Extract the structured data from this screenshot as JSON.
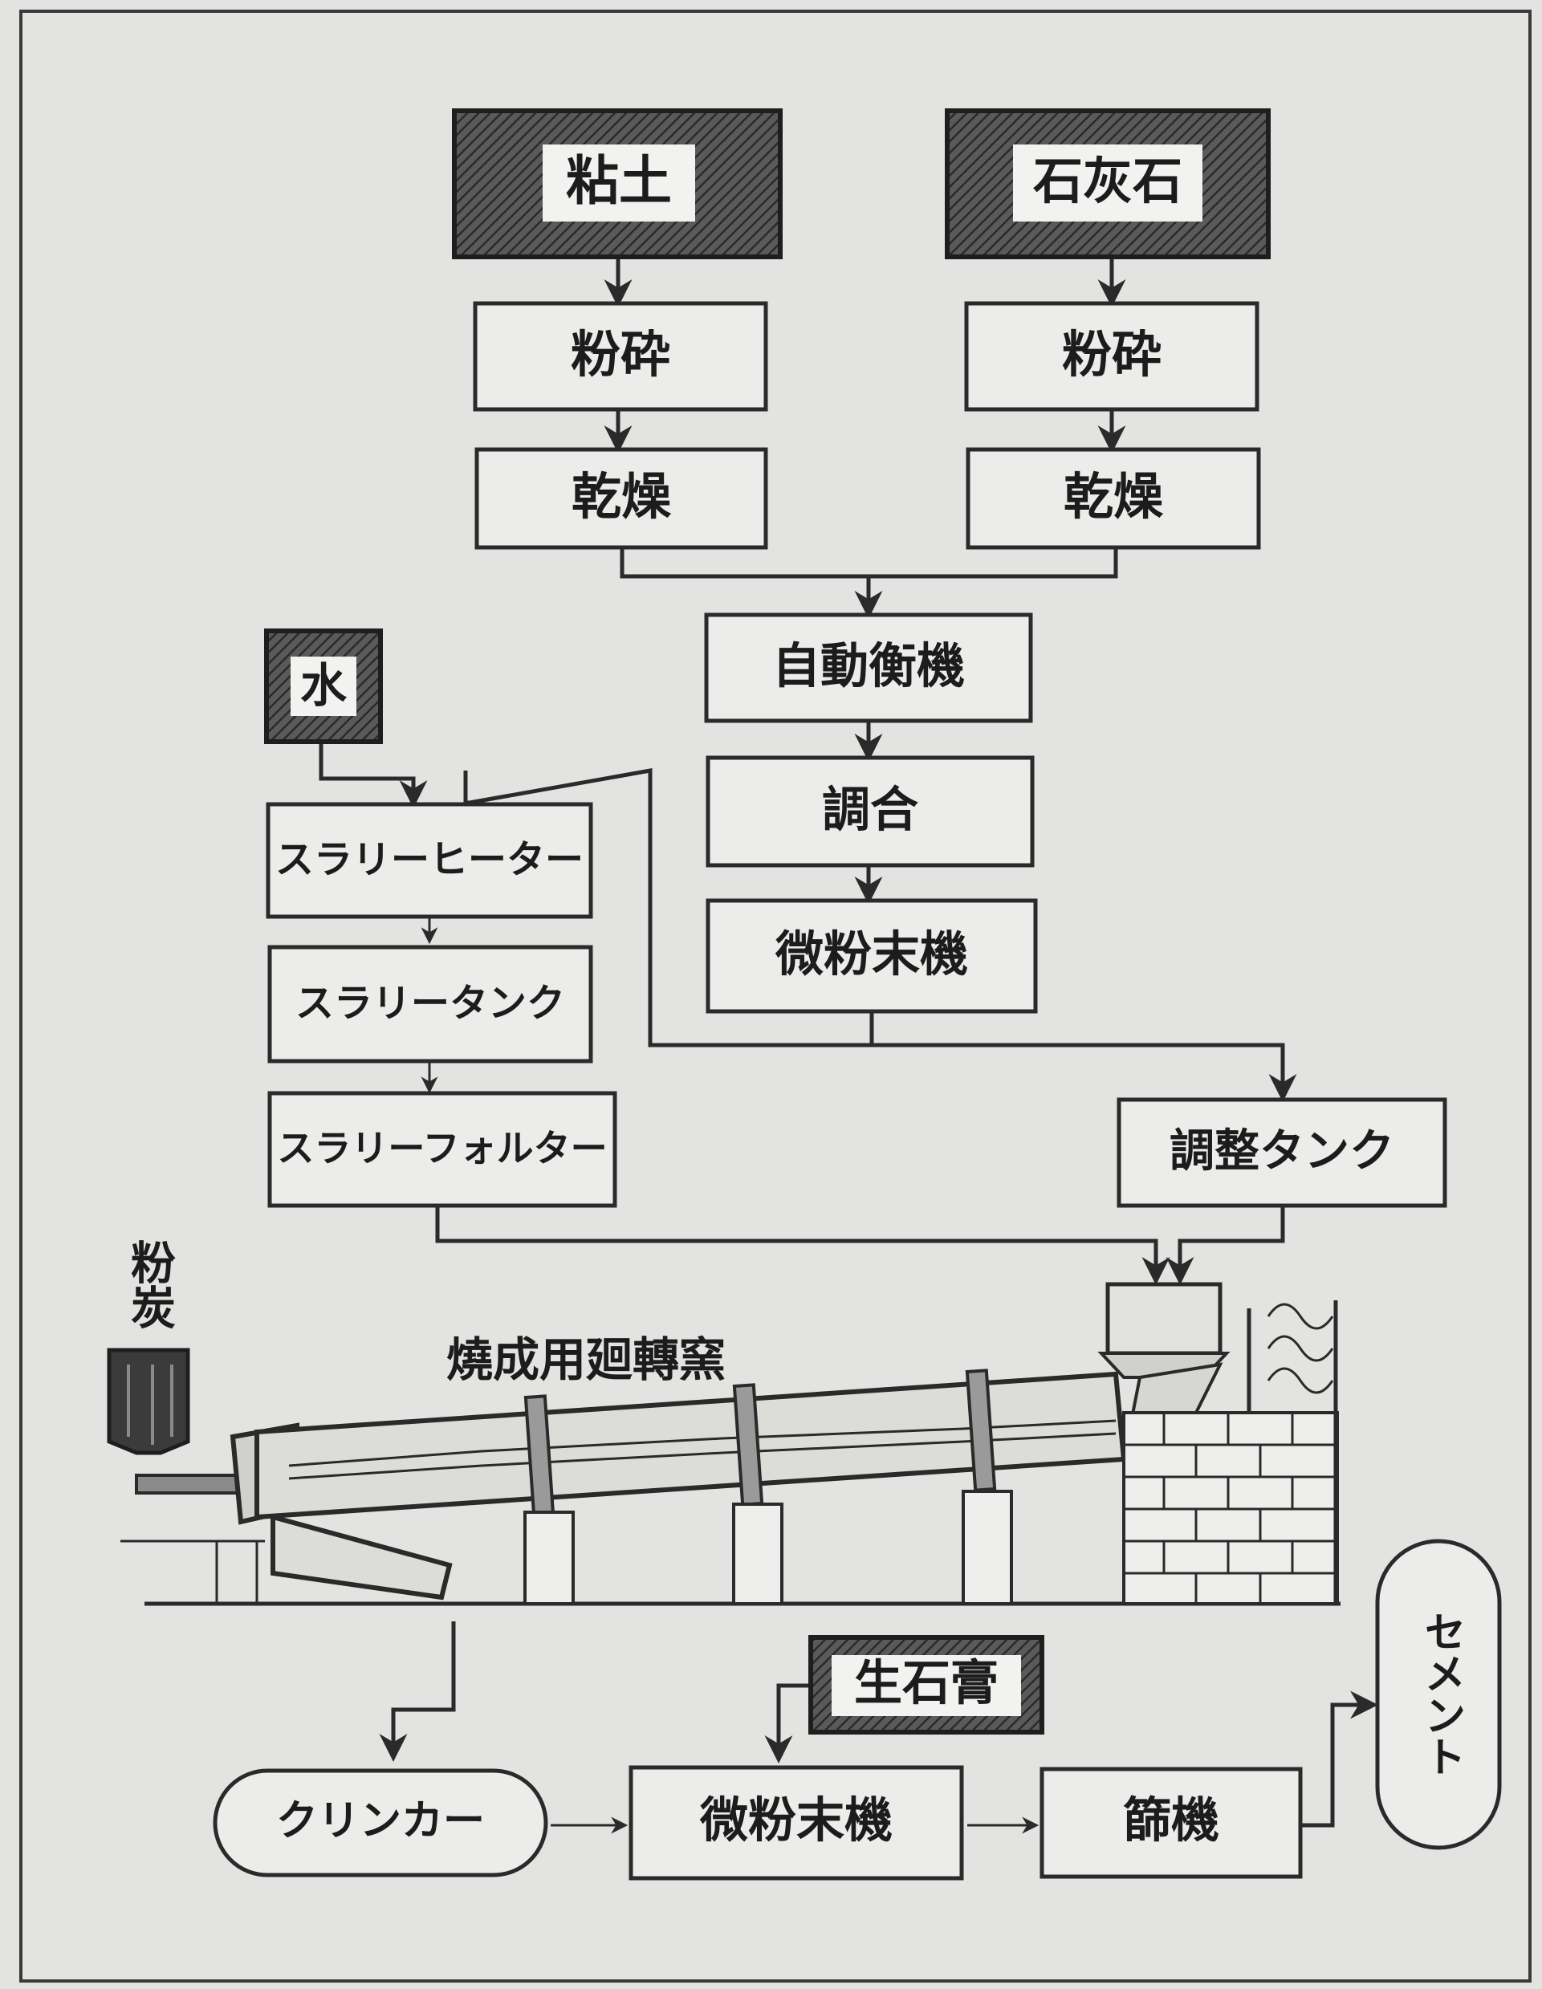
{
  "boxes": {
    "clay": "粘土",
    "limestone": "石灰石",
    "clay_crush": "粉砕",
    "lime_crush": "粉砕",
    "clay_dry": "乾燥",
    "lime_dry": "乾燥",
    "auto_scale": "自動衡機",
    "mixing": "調合",
    "fine_mill_top": "微粉末機",
    "water": "水",
    "slurry_heater": "スラリーヒーター",
    "slurry_tank": "スラリータンク",
    "slurry_filter": "スラリーフォルター",
    "adjust_tank": "調整タンク",
    "gypsum": "生石膏",
    "clinker": "クリンカー",
    "fine_mill_bottom": "微粉末機",
    "sieve": "篩機",
    "cement": "セメント"
  },
  "labels": {
    "coal_powder": "粉炭",
    "kiln": "燒成用廻轉窯"
  },
  "colors": {
    "background": "#e3e3e1",
    "ink": "#1c1c1c",
    "box_fill": "#ececea"
  }
}
